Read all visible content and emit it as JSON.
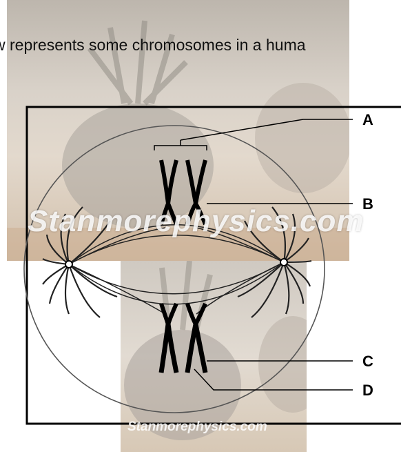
{
  "caption": "w represents some chromosomes in a huma",
  "labels": {
    "a": "A",
    "b": "B",
    "c": "C",
    "d": "D"
  },
  "watermarks": {
    "main": "Stanmorephysics.com",
    "footer": "Stanmorephysics.com"
  },
  "colors": {
    "ink": "#000000",
    "photo_tone": "#d9d0c5"
  }
}
